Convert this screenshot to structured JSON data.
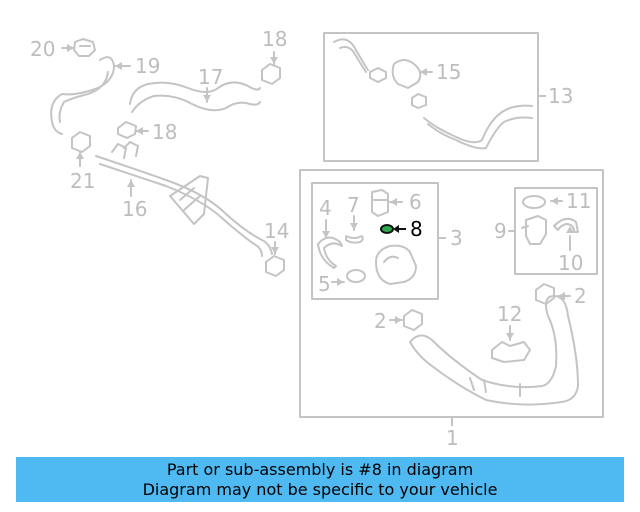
{
  "diagram": {
    "callouts": [
      "1",
      "2",
      "2",
      "3",
      "4",
      "5",
      "6",
      "7",
      "8",
      "9",
      "10",
      "11",
      "12",
      "13",
      "14",
      "15",
      "16",
      "17",
      "18",
      "18",
      "19",
      "20",
      "21"
    ],
    "highlighted_part": "8",
    "colors": {
      "line": "#c4c4c4",
      "highlight": "#111111",
      "highlight_fill": "#2aa84a",
      "banner": "#4fb9f1"
    }
  },
  "banner": {
    "line1": "Part or sub-assembly is #8 in diagram",
    "line2": "Diagram may not be specific to your vehicle"
  }
}
